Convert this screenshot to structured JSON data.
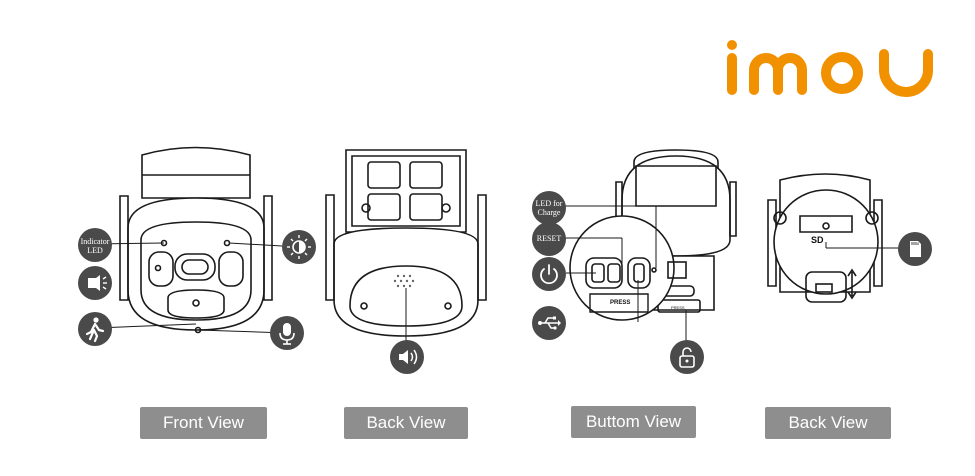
{
  "brand": {
    "logo_text": "imou",
    "color": "#f29100"
  },
  "icon_color": "#4a4a4a",
  "labels": {
    "indicator_led": "Indicator LED",
    "led_for_charge": "LED for Charge",
    "reset": "RESET",
    "press_main": "PRESS",
    "press_small": "PRESS",
    "sd": "SD"
  },
  "views": [
    {
      "label": "Front View"
    },
    {
      "label": "Back View"
    },
    {
      "label": "Buttom View"
    },
    {
      "label": "Back View"
    }
  ],
  "icons": {
    "front": [
      "indicator-led-icon",
      "night-vision-icon",
      "spotlight-icon",
      "motion-sensor-icon",
      "microphone-icon"
    ],
    "back": [
      "speaker-icon"
    ],
    "bottom": [
      "led-for-charge-icon",
      "reset-icon",
      "power-icon",
      "usb-icon",
      "lock-icon"
    ],
    "back2": [
      "sd-card-icon"
    ]
  }
}
